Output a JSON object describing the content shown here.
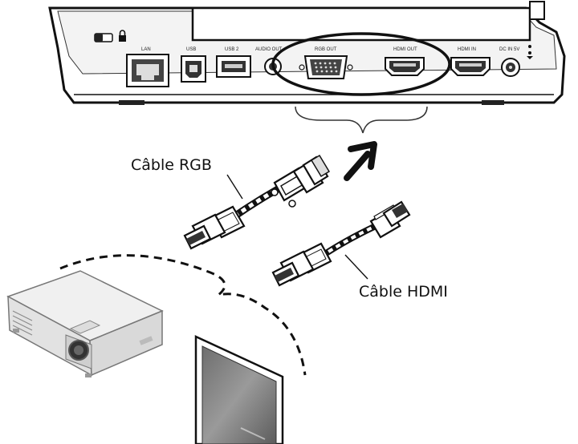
{
  "device": {
    "ports": {
      "lan": "LAN",
      "usb": "USB",
      "usb2": "USB 2",
      "audio": "AUDIO OUT",
      "rgb_out": "RGB OUT",
      "hdmi_out": "HDMI OUT",
      "hdmi_in": "HDMI IN",
      "dc_in": "DC IN 5V"
    }
  },
  "labels": {
    "rgb_cable": "Câble RGB",
    "hdmi_cable": "Câble HDMI"
  },
  "colors": {
    "line": "#111111",
    "device_body": "#ffffff",
    "device_shadow": "#d8d8d8",
    "port_fill": "#3a3a3a",
    "screen": "#8a8a8a"
  }
}
